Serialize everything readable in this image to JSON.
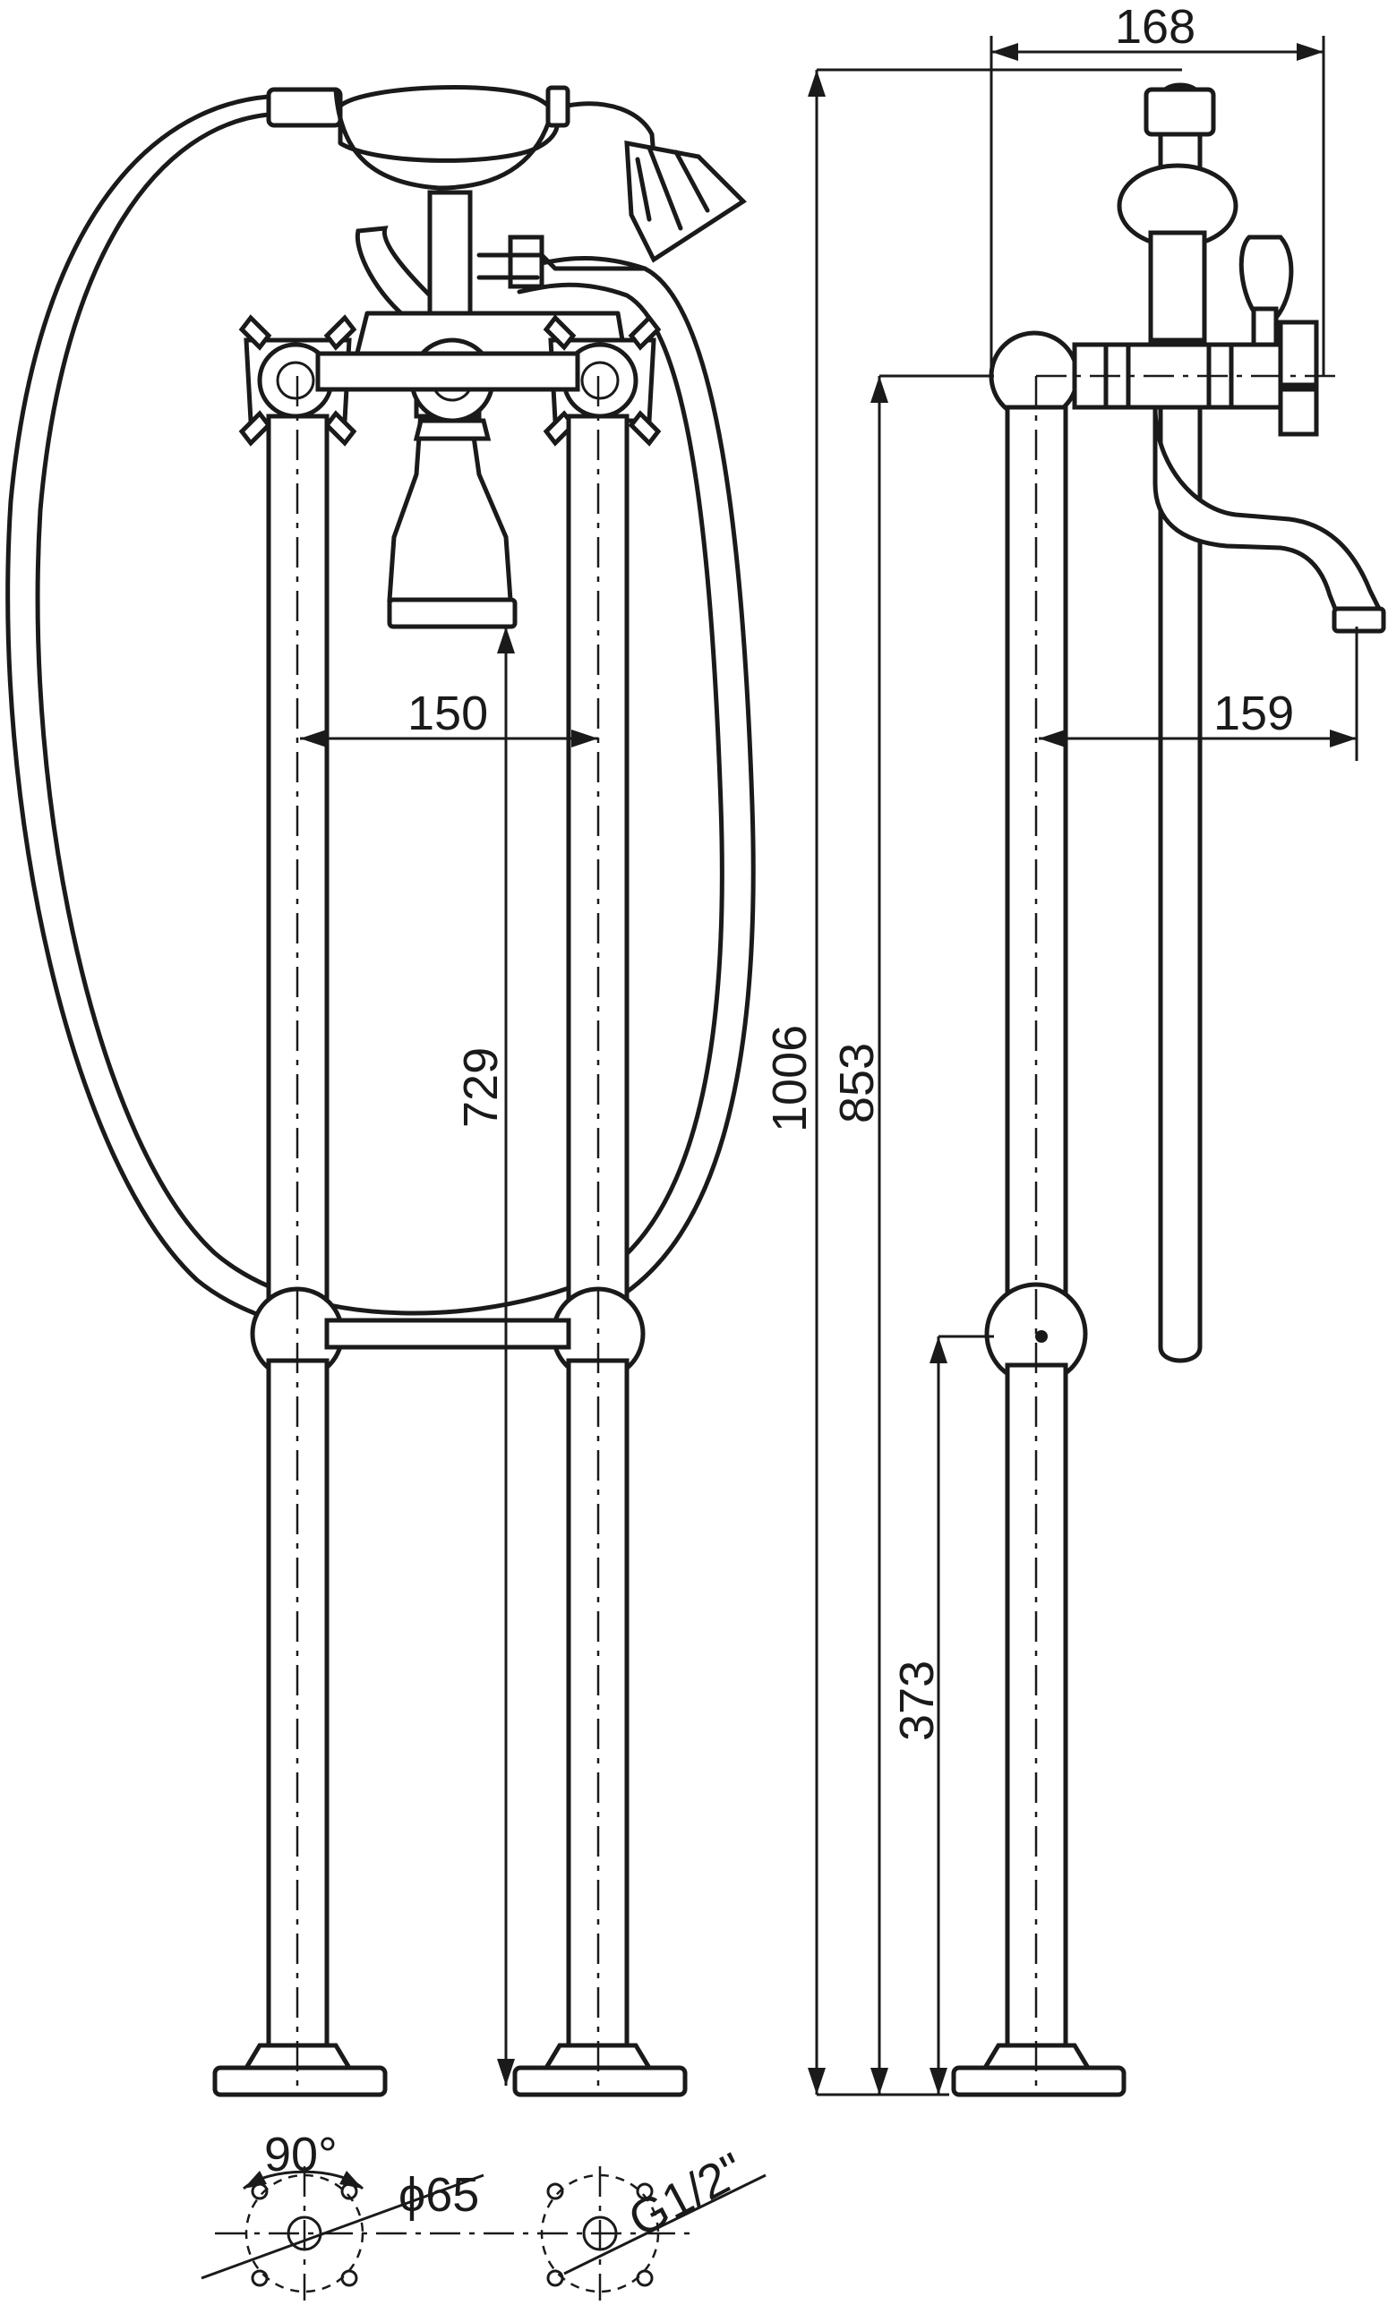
{
  "dimensions": {
    "overall_width": "168",
    "inlet_spacing": "150",
    "spout_projection": "159",
    "spout_height": "729",
    "total_height": "1006",
    "mixer_height": "853",
    "support_height": "373",
    "mounting_angle": "90°",
    "flange_diameter": "ϕ65",
    "thread_size": "G1/2\""
  }
}
